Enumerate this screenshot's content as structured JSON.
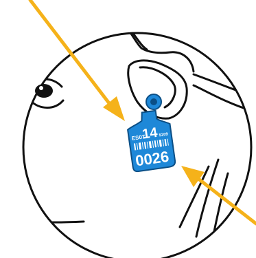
{
  "colors": {
    "line": "#111111",
    "tag_fill": "#1e88d8",
    "tag_stroke": "#0b4f86",
    "arrow": "#f5b21a",
    "background": "#ffffff"
  },
  "tag": {
    "country_code": "ES07",
    "large_number": "14",
    "small_code": "5209",
    "id_number": "0026"
  },
  "icons": [
    "eye-icon",
    "barcode-icon",
    "arrow-icon"
  ]
}
